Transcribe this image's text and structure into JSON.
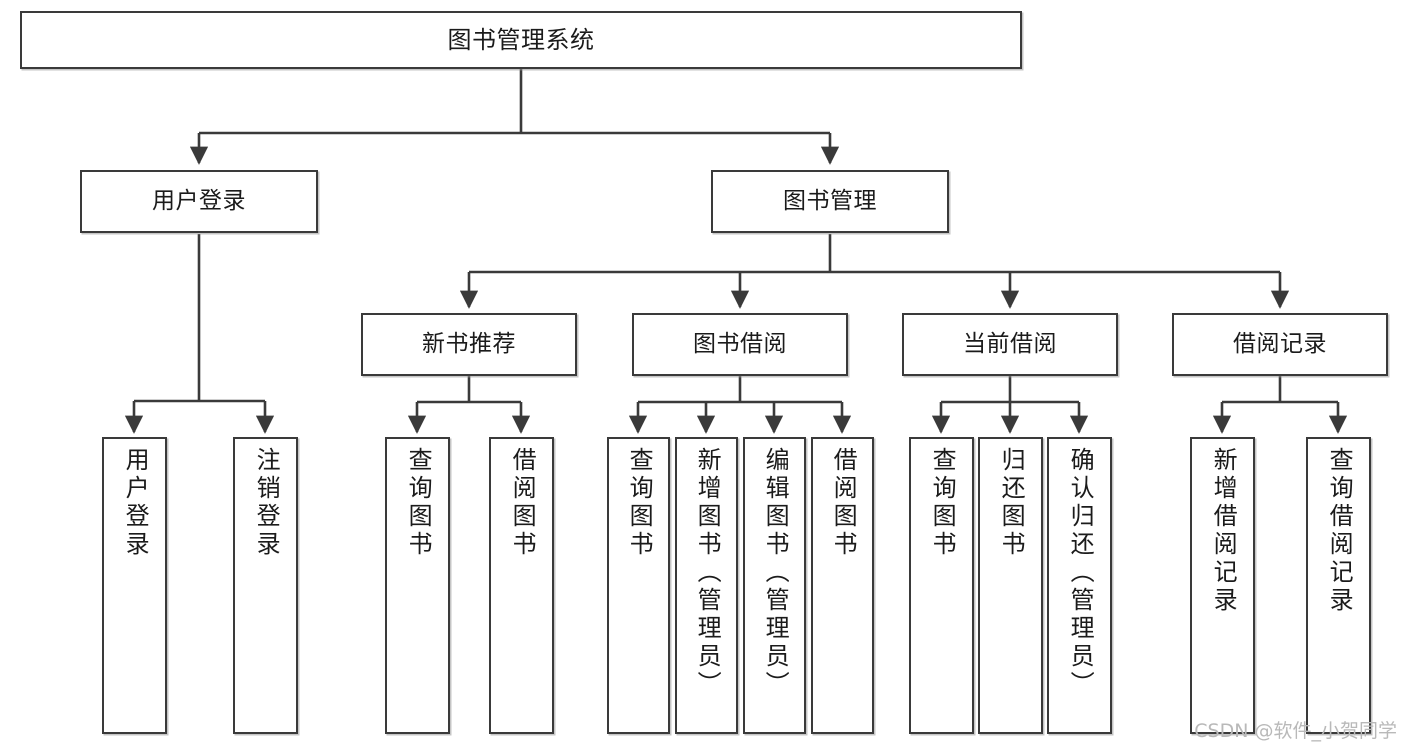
{
  "diagram": {
    "type": "tree-hierarchy-chart",
    "title": "图书管理系统",
    "line_color": "#3a3a3a",
    "box_fill": "#ffffff",
    "text_color": "#1b1b1b",
    "root": {
      "label": "图书管理系统",
      "orientation": "horizontal"
    },
    "level2": [
      {
        "label": "用户登录",
        "orientation": "horizontal"
      },
      {
        "label": "图书管理",
        "orientation": "horizontal"
      }
    ],
    "level3": [
      {
        "label": "新书推荐",
        "orientation": "horizontal"
      },
      {
        "label": "图书借阅",
        "orientation": "horizontal"
      },
      {
        "label": "当前借阅",
        "orientation": "horizontal"
      },
      {
        "label": "借阅记录",
        "orientation": "horizontal"
      }
    ],
    "leaves": {
      "user_login": [
        {
          "label": "用户登录",
          "orientation": "vertical"
        },
        {
          "label": "注销登录",
          "orientation": "vertical"
        }
      ],
      "new_book_recommend": [
        {
          "label": "查询图书",
          "orientation": "vertical"
        },
        {
          "label": "借阅图书",
          "orientation": "vertical"
        }
      ],
      "book_borrow": [
        {
          "label": "查询图书",
          "orientation": "vertical"
        },
        {
          "label": "新增图书（管理员）",
          "orientation": "vertical"
        },
        {
          "label": "编辑图书（管理员）",
          "orientation": "vertical"
        },
        {
          "label": "借阅图书",
          "orientation": "vertical"
        }
      ],
      "current_borrow": [
        {
          "label": "查询图书",
          "orientation": "vertical"
        },
        {
          "label": "归还图书",
          "orientation": "vertical"
        },
        {
          "label": "确认归还（管理员）",
          "orientation": "vertical"
        }
      ],
      "borrow_record": [
        {
          "label": "新增借阅记录",
          "orientation": "vertical"
        },
        {
          "label": "查询借阅记录",
          "orientation": "vertical"
        }
      ]
    }
  },
  "watermark": {
    "text": "CSDN @软件_小贺同学",
    "color": "#b9b9b9"
  }
}
